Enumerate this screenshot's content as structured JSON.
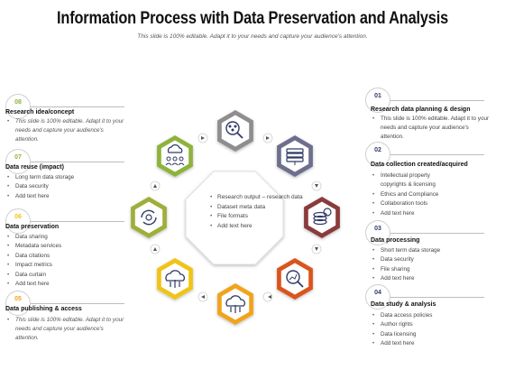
{
  "title": "Information Process with Data Preservation and Analysis",
  "subtitle": "This slide is 100% editable. Adapt it to your needs and capture your audience's attention.",
  "center": {
    "items": [
      "Research output – research data",
      "Dataset meta data",
      "File formats",
      "Add text here"
    ]
  },
  "colors": {
    "01": "#8e8e8e",
    "02": "#6e6e8e",
    "03": "#8a3a3a",
    "04": "#d9541c",
    "05": "#f0a41c",
    "06": "#f0c419",
    "07": "#9fae3a",
    "08": "#8db33b",
    "accent_navy": "#2f3a64"
  },
  "steps": [
    {
      "num": "08",
      "heading": "Research idea/concept",
      "icon": "idea-network-icon",
      "description": [
        "This slide is 100% editable. Adapt it to your needs and capture your audience's attention."
      ]
    },
    {
      "num": "07",
      "heading": "Data reuse (impact)",
      "icon": "cloud-users-icon",
      "items": [
        "Long term data storage",
        "Data security",
        "Add text here"
      ]
    },
    {
      "num": "06",
      "heading": "Data preservation",
      "icon": "refresh-gear-icon",
      "items": [
        "Data sharing",
        "Metadata services",
        "Data citations",
        "Impact metrics",
        "Data curtain",
        "Add text here"
      ]
    },
    {
      "num": "05",
      "heading": "Data publishing & access",
      "icon": "cloud-upload-icon",
      "description": [
        "This slide is 100% editable. Adapt it to your needs and capture your audience's attention."
      ]
    },
    {
      "num": "01",
      "heading": "Research data planning & design",
      "icon": "magnify-people-icon",
      "description": [
        "This slide is 100% editable. Adapt it to your needs and capture your audience's attention."
      ]
    },
    {
      "num": "02",
      "heading": "Data collection created/acquired",
      "icon": "database-network-icon",
      "items": [
        "Intellectual property copyrights & licensing",
        "Ethics and Compliance",
        "Collaboration tools",
        "Add text here"
      ]
    },
    {
      "num": "03",
      "heading": "Data processing",
      "icon": "coins-chart-icon",
      "items": [
        "Short term data storage",
        "Data security",
        "File sharing",
        "Add text here"
      ]
    },
    {
      "num": "04",
      "heading": "Data study & analysis",
      "icon": "search-chart-icon",
      "items": [
        "Data access policies",
        "Author rights",
        "Data licensing",
        "Add text here"
      ]
    }
  ]
}
